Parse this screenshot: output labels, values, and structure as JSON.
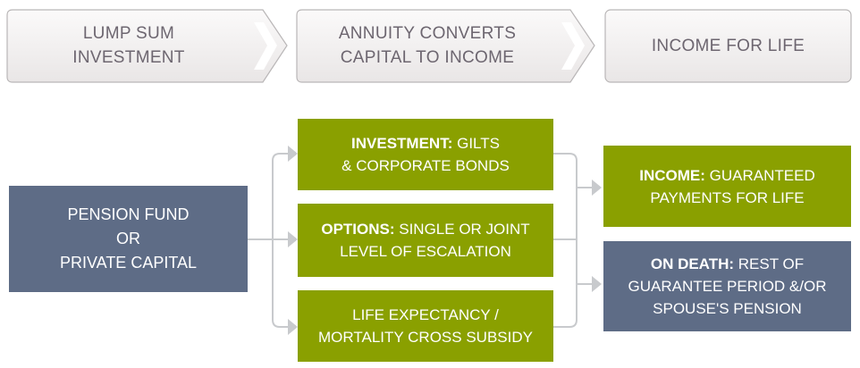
{
  "steps": [
    {
      "line1": "LUMP SUM",
      "line2": "INVESTMENT"
    },
    {
      "line1": "ANNUITY CONVERTS",
      "line2": "CAPITAL TO INCOME"
    },
    {
      "line1": "INCOME FOR LIFE"
    }
  ],
  "source": {
    "line1": "PENSION FUND",
    "line2": "OR",
    "line3": "PRIVATE CAPITAL"
  },
  "middle": [
    {
      "bold": "INVESTMENT:",
      "text1": " GILTS",
      "text2": "& CORPORATE BONDS"
    },
    {
      "bold": "OPTIONS:",
      "text1": " SINGLE OR JOINT",
      "text2": "LEVEL OF ESCALATION"
    },
    {
      "text1": "LIFE EXPECTANCY /",
      "text2": "MORTALITY CROSS SUBSIDY"
    }
  ],
  "outcomes": [
    {
      "bold": "INCOME:",
      "text1": " GUARANTEED",
      "text2": "PAYMENTS FOR LIFE"
    },
    {
      "bold": "ON DEATH:",
      "text1": " REST OF",
      "text2": "GUARANTEE PERIOD &/OR",
      "text3": "SPOUSE'S PENSION"
    }
  ],
  "colors": {
    "green": "#8aa000",
    "slate": "#5e6c86",
    "connector": "#c8cacd"
  }
}
